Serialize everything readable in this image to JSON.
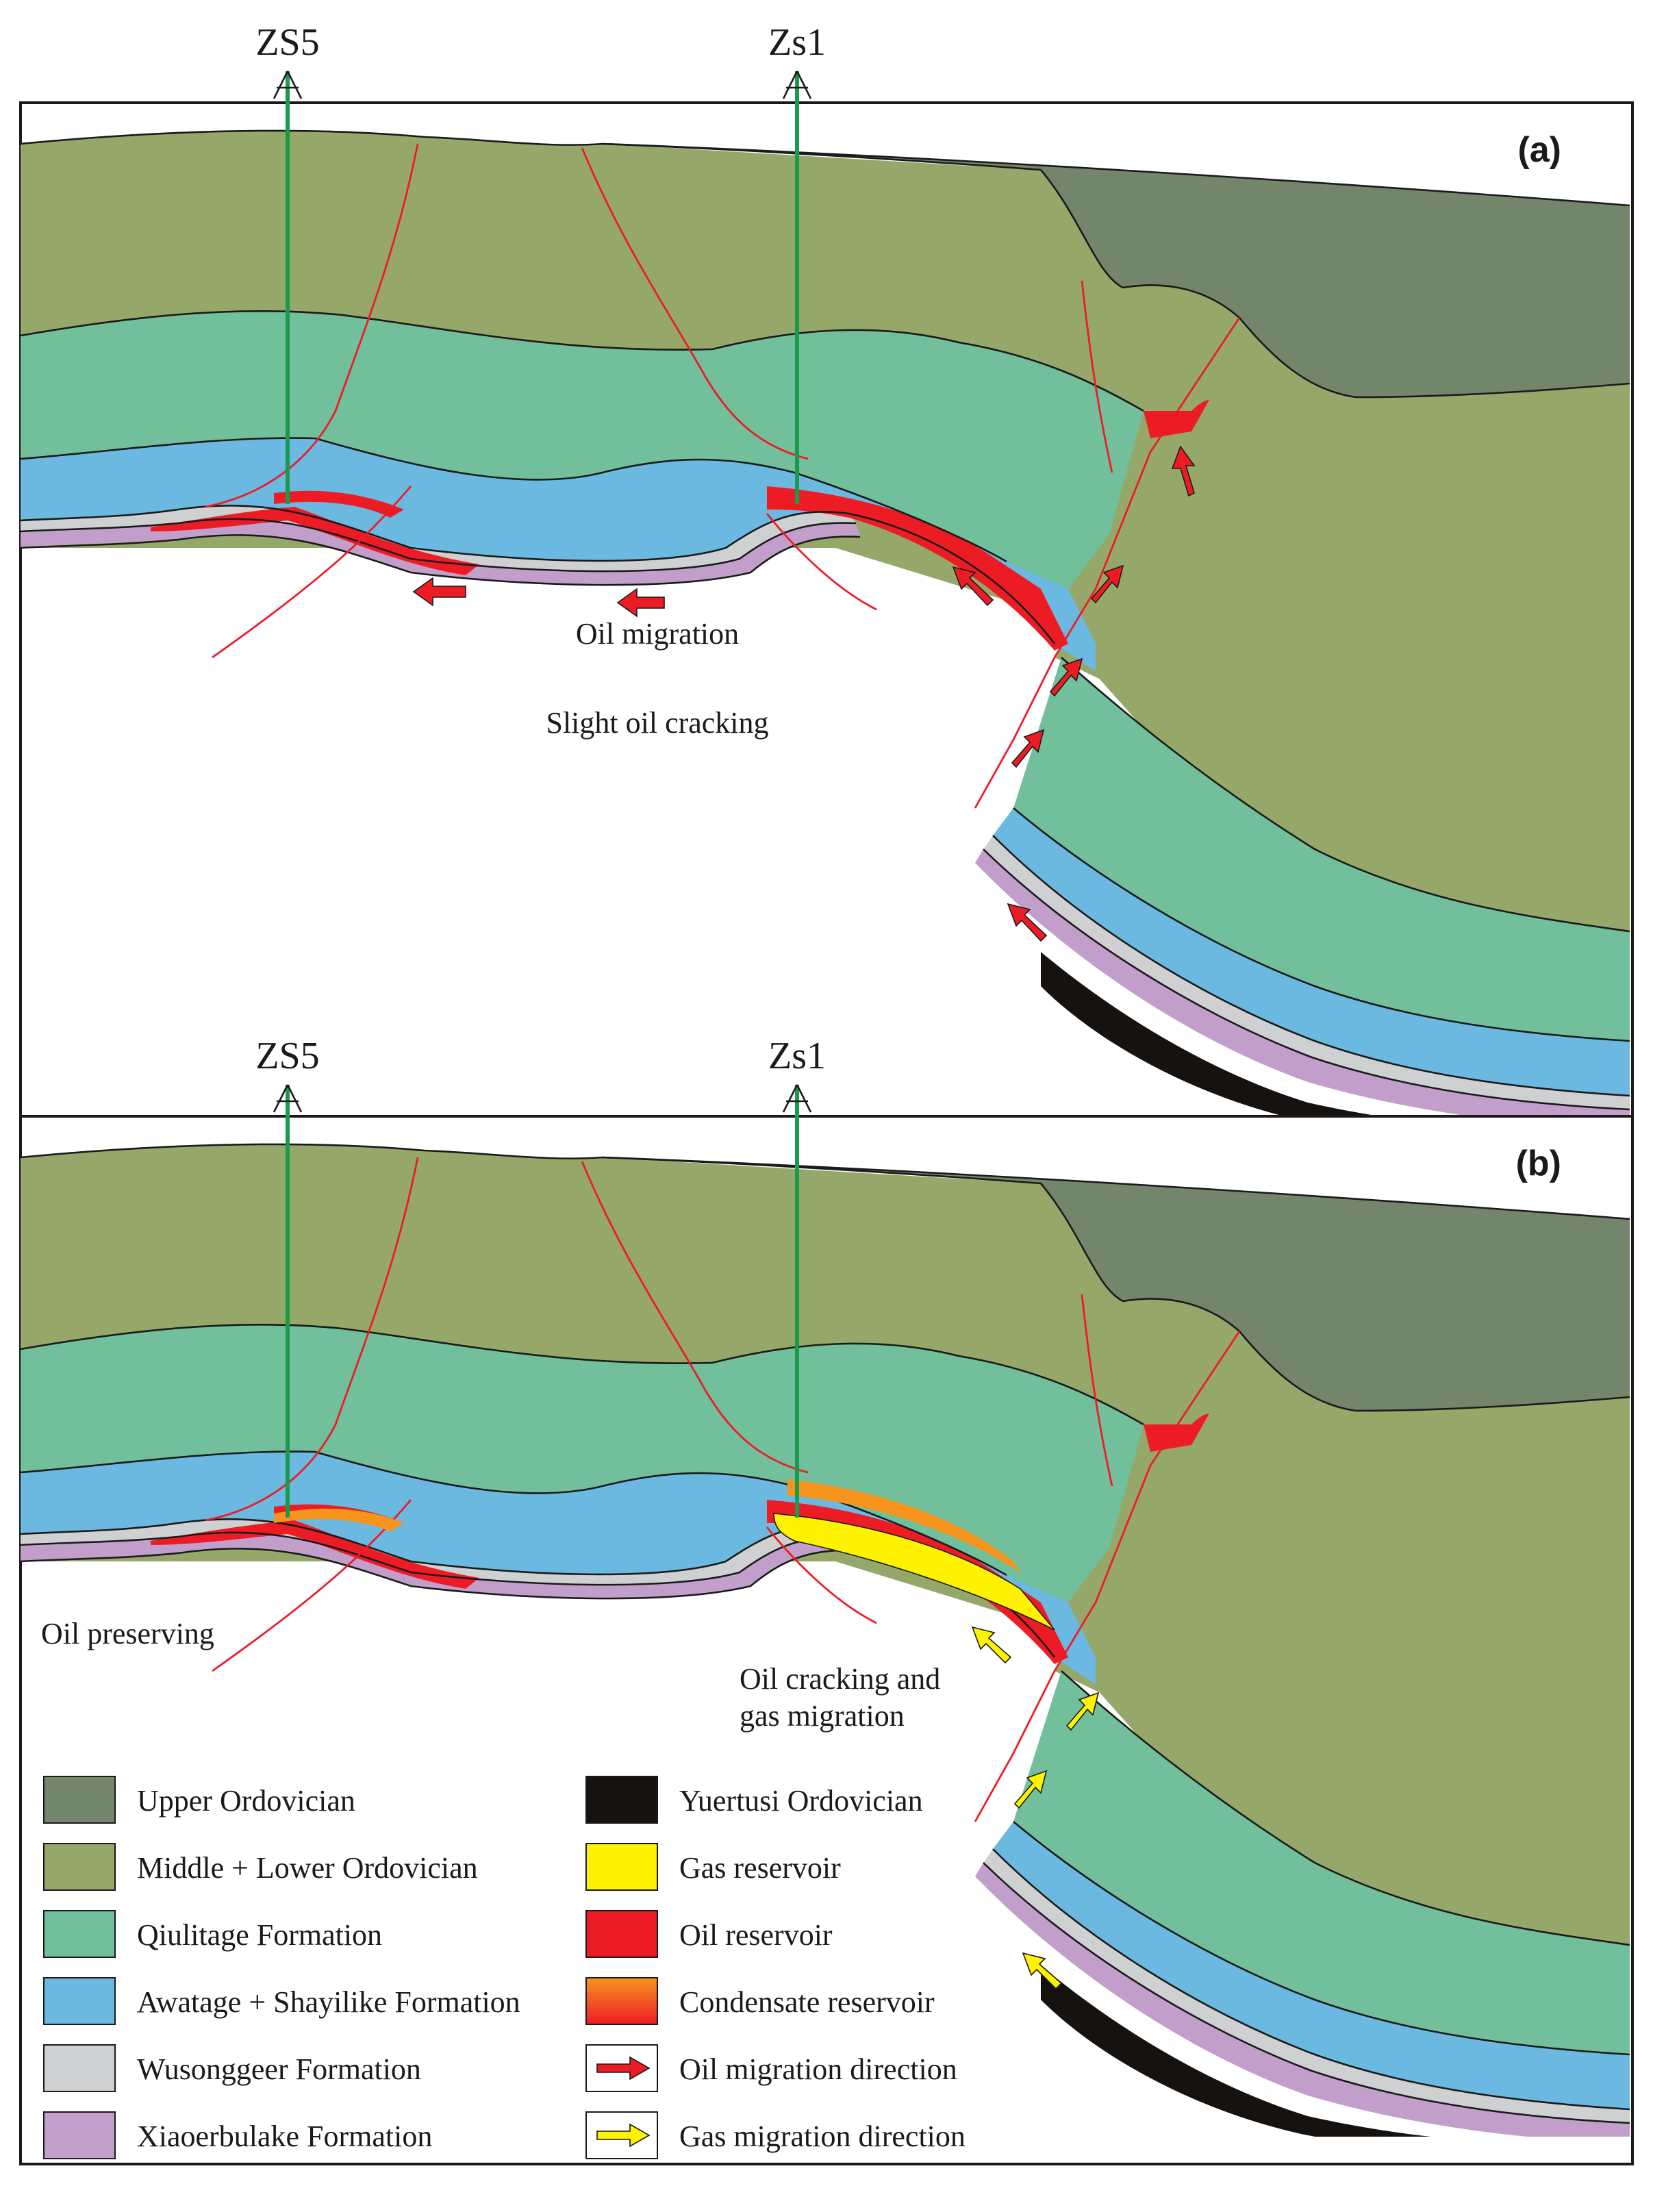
{
  "wells": {
    "a_left": "ZS5",
    "a_right": "Zs1",
    "b_left": "ZS5",
    "b_right": "Zs1"
  },
  "panels": {
    "a": {
      "label": "(a)",
      "annotations": {
        "migration": "Oil migration",
        "cracking": "Slight oil cracking"
      }
    },
    "b": {
      "label": "(b)",
      "annotations": {
        "preserving": "Oil preserving",
        "cracking_line1": "Oil cracking and",
        "cracking_line2": "gas migration"
      }
    }
  },
  "legend": {
    "left": [
      {
        "label": "Upper Ordovician",
        "color": "#73856a",
        "icon": "swatch"
      },
      {
        "label": "Middle + Lower Ordovician",
        "color": "#95a86a",
        "icon": "swatch"
      },
      {
        "label": "Qiulitage Formation",
        "color": "#72bf9b",
        "icon": "swatch"
      },
      {
        "label": "Awatage + Shayilike Formation",
        "color": "#6bb9e1",
        "icon": "swatch"
      },
      {
        "label": "Wusonggeer Formation",
        "color": "#cfd0d2",
        "icon": "swatch"
      },
      {
        "label": "Xiaoerbulake Formation",
        "color": "#c29fcb",
        "icon": "swatch"
      }
    ],
    "right": [
      {
        "label": "Yuertusi Ordovician",
        "color": "#161210",
        "icon": "swatch"
      },
      {
        "label": "Gas reservoir",
        "color": "#fff200",
        "icon": "swatch"
      },
      {
        "label": "Oil reservoir",
        "color": "#ed1c24",
        "icon": "swatch"
      },
      {
        "label": "Condensate reservoir",
        "color": "#f7941d",
        "icon": "gradient-swatch"
      },
      {
        "label": "Oil migration direction",
        "color": "#ed1c24",
        "icon": "red-arrow-icon"
      },
      {
        "label": "Gas migration direction",
        "color": "#fff200",
        "icon": "yellow-arrow-icon"
      }
    ]
  },
  "colors": {
    "upper_ordovician": "#73856a",
    "mid_lower_ordovician": "#95a86a",
    "qiulitage": "#72bf9b",
    "awatage": "#6bb9e1",
    "wusonggeer": "#cfd0d2",
    "xiaoerbulake": "#c29fcb",
    "yuertusi": "#161210",
    "gas": "#fff200",
    "oil": "#ed1c24",
    "condensate": "#f7941d",
    "well_line": "#1a9a4a",
    "fault": "#ed1c24"
  }
}
